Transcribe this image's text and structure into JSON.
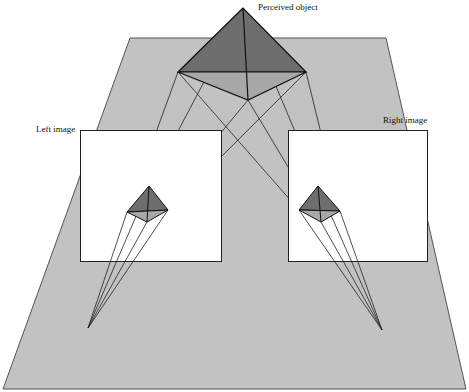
{
  "diagram": {
    "nodes": [
      {
        "text": [
          "Left image"
        ]
      },
      {
        "text": [
          "Right image"
        ]
      }
    ],
    "labels": [
      "Perceived object"
    ]
  }
}
